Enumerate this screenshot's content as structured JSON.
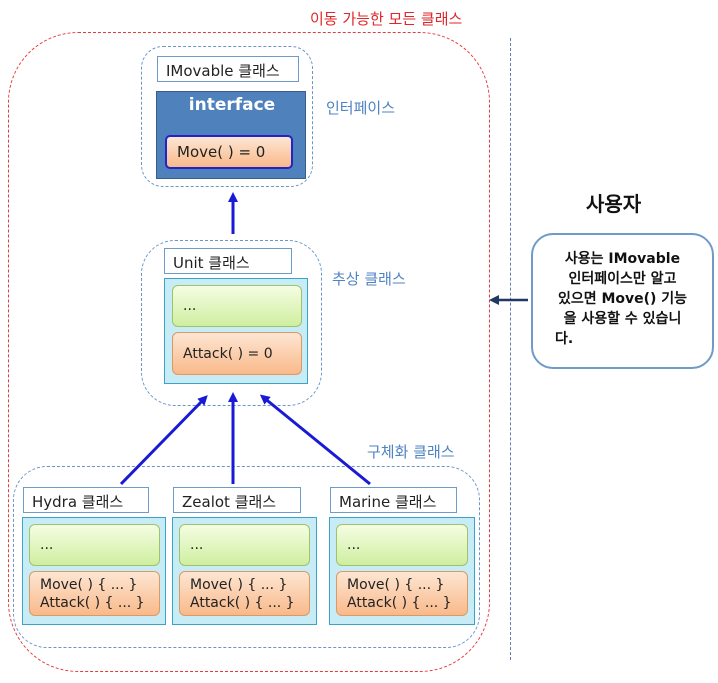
{
  "labels": {
    "all_movable": "이동 가능한 모든 클래스",
    "interface_region": "인터페이스",
    "abstract_region": "추상 클래스",
    "concrete_region": "구체화 클래스",
    "user_title": "사용자"
  },
  "imovable": {
    "title": "IMovable 클래스",
    "header": "interface",
    "method": "Move( ) = 0"
  },
  "unit": {
    "title": "Unit 클래스",
    "fields": "...",
    "method": "Attack( ) = 0"
  },
  "concrete_classes": [
    {
      "title": "Hydra 클래스",
      "fields": "...",
      "methods": [
        "Move( ) { ... }",
        "Attack( ) { ... }"
      ]
    },
    {
      "title": "Zealot 클래스",
      "fields": "...",
      "methods": [
        "Move( ) { ... }",
        "Attack( ) { ... }"
      ]
    },
    {
      "title": "Marine 클래스",
      "fields": "...",
      "methods": [
        "Move( ) { ... }",
        "Attack( ) { ... }"
      ]
    }
  ],
  "user_note": {
    "line1": "사용는 IMovable",
    "line2": "인터페이스만 알고",
    "line3": "있으면 Move() 기능",
    "line4": "을 사용할 수 있습니",
    "line5": "다."
  },
  "colors": {
    "red_dashed": "#e83a3a",
    "blue_dashed": "#6a95c9",
    "arrow_blue": "#1a1ad6",
    "interface_panel": "#4f81bd",
    "class_panel": "#c8ecf6"
  }
}
